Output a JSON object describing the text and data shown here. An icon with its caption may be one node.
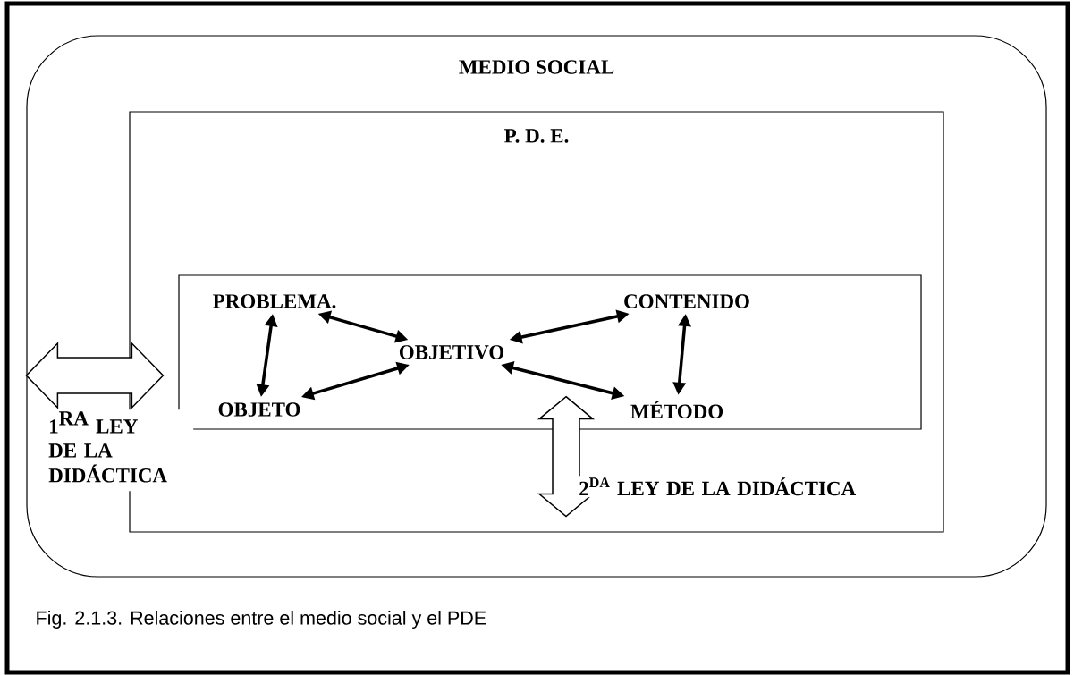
{
  "diagram": {
    "caption": "Fig. 2.1.3. Relaciones entre el medio social y el PDE",
    "nodes": [
      {
        "text": [
          "MEDIO SOCIAL"
        ]
      },
      {
        "text": [
          "P. D. E."
        ],
        "in": 0
      },
      {
        "text": [],
        "shape": "box",
        "in": 1
      },
      {
        "text": [
          "PROBLEMA."
        ],
        "in": 2
      },
      {
        "text": [
          "CONTENIDO"
        ],
        "in": 2
      },
      {
        "text": [
          "OBJETIVO"
        ],
        "in": 2
      },
      {
        "text": [
          "OBJETO"
        ],
        "in": 2
      },
      {
        "text": [
          "MÉTODO"
        ],
        "in": 2
      }
    ],
    "edges": [
      {
        "from": 3,
        "to": 6,
        "arrow": "both"
      },
      {
        "from": 3,
        "to": 5,
        "arrow": "both"
      },
      {
        "from": 6,
        "to": 5,
        "arrow": "both"
      },
      {
        "from": 5,
        "to": 4,
        "arrow": "both"
      },
      {
        "from": 5,
        "to": 7,
        "arrow": "both"
      },
      {
        "from": 4,
        "to": 7,
        "arrow": "both"
      },
      {
        "from": 0,
        "to": 1,
        "arrow": "both",
        "style": "thick",
        "label": "\\begin{array}{@{}l@{}}\\textbf{1}^{\\textbf{RA}}\\textbf{ LEY}\\\\ \\textbf{DE LA}\\\\ \\textbf{DIDÁCTICA}\\end{array}"
      },
      {
        "from": 2,
        "to": 1,
        "arrow": "both",
        "style": "thick",
        "label": "2$^{DA}$ LEY DE LA DIDÁCTICA"
      }
    ]
  }
}
